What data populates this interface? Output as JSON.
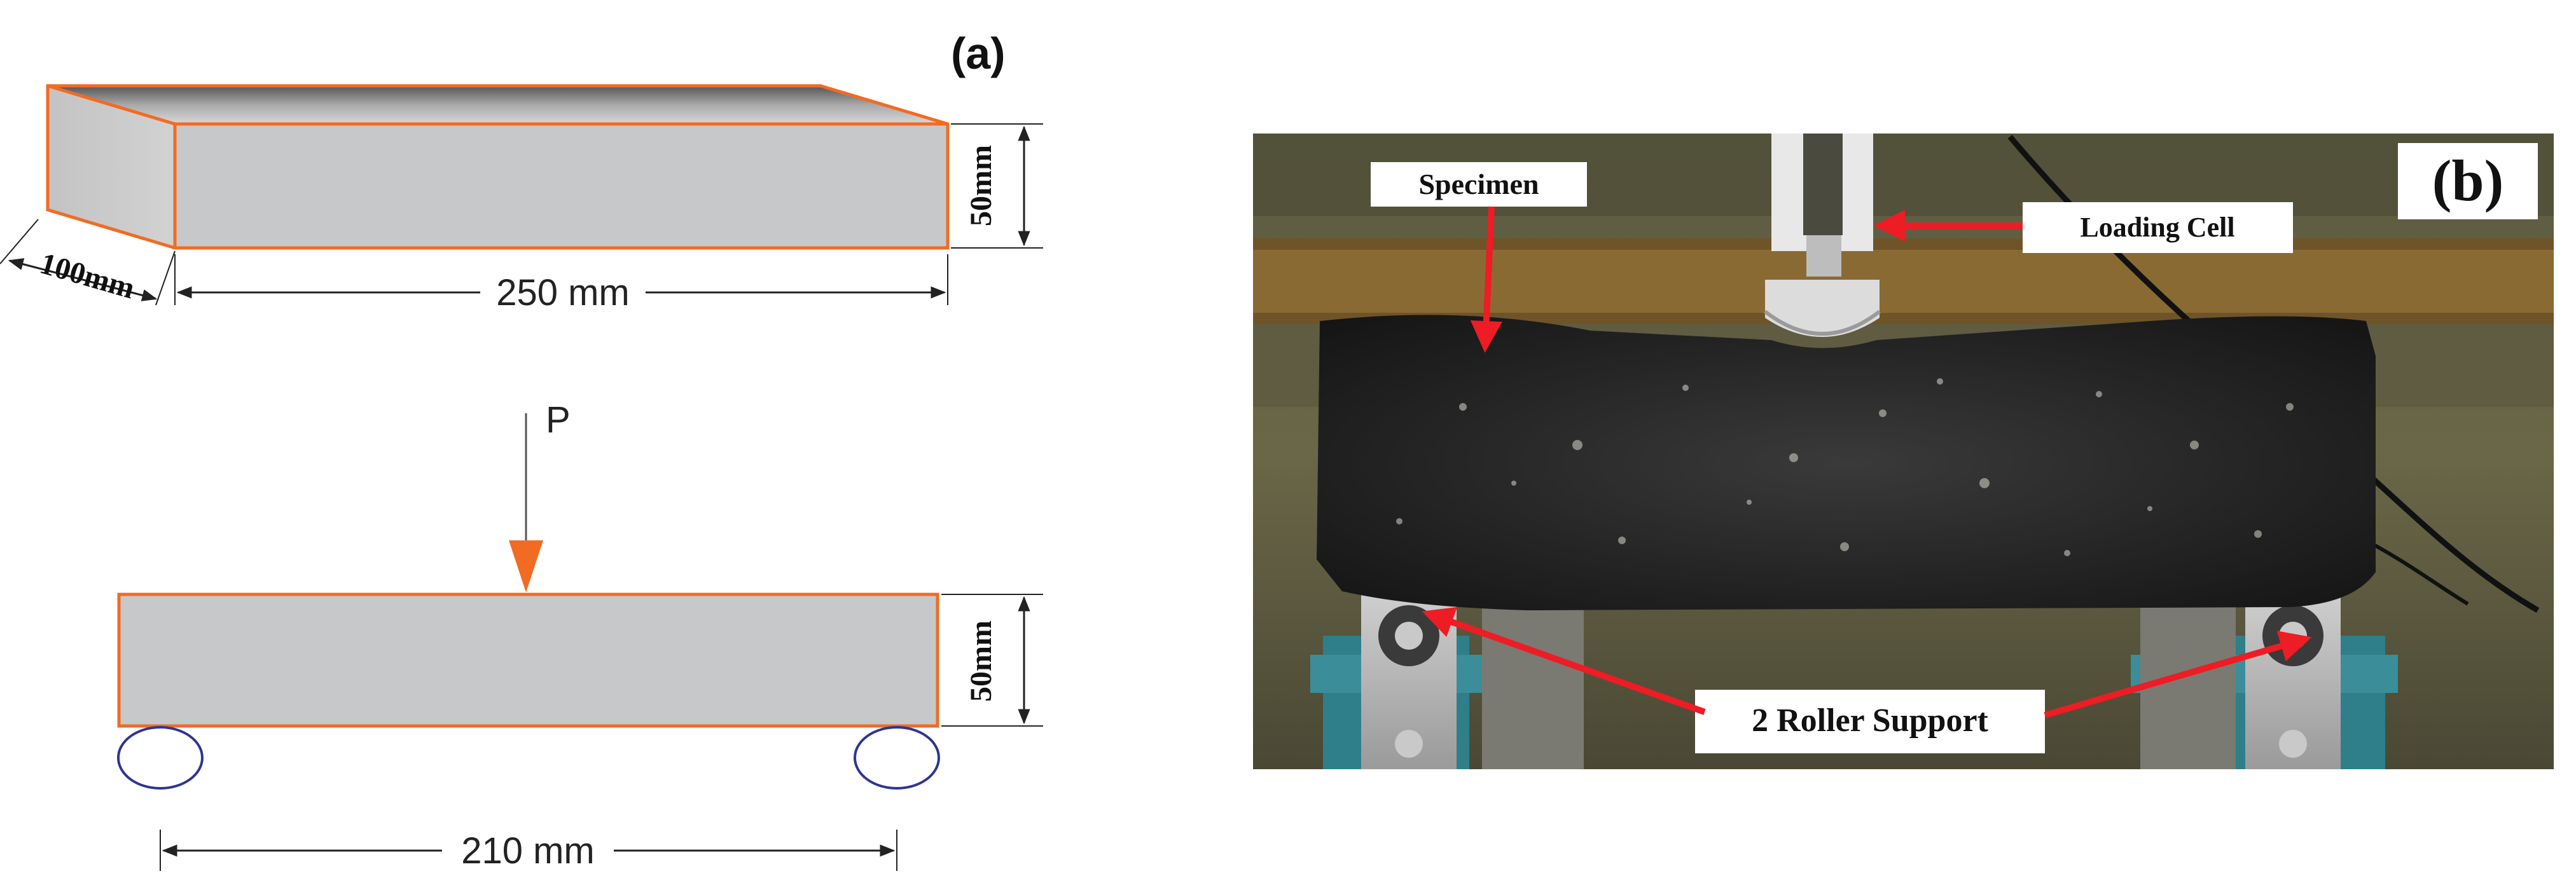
{
  "panel_a": {
    "label": "(a)",
    "beam_3d": {
      "width_label": "100mm",
      "length_label": "250 mm",
      "height_label": "50mm"
    },
    "beam_2d": {
      "load_label": "P",
      "height_label": "50mm",
      "span_label": "210 mm"
    }
  },
  "panel_b": {
    "label": "(b)",
    "callouts": {
      "specimen": "Specimen",
      "loading_cell": "Loading Cell",
      "roller_support": "2 Roller Support"
    }
  },
  "colors": {
    "beam_edge": "#f26b22",
    "beam_fill": "#c7c8ca",
    "roller": "#2f3592",
    "arrow": "#ee1c24"
  }
}
